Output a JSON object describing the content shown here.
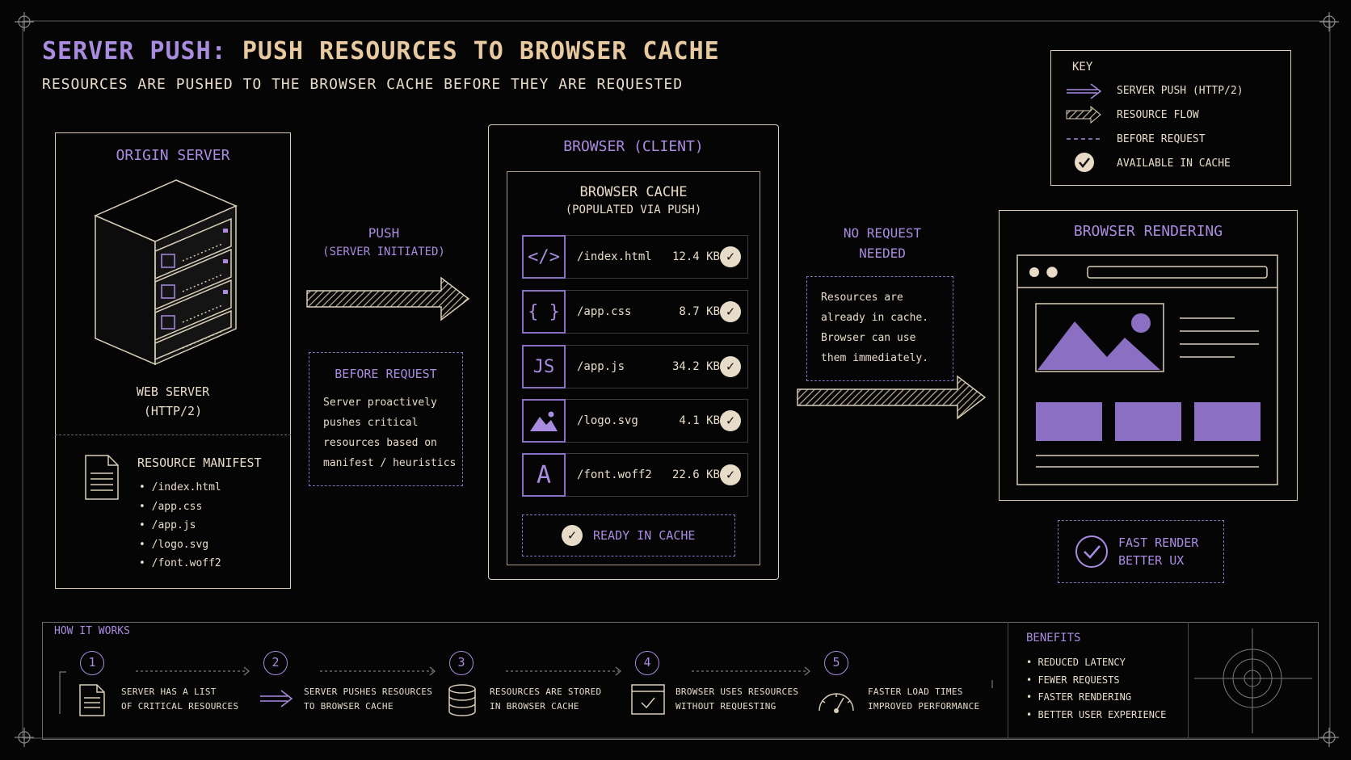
{
  "header": {
    "title_part1": "SERVER PUSH:",
    "title_part2": "PUSH RESOURCES TO BROWSER CACHE",
    "subtitle": "RESOURCES ARE PUSHED TO THE BROWSER CACHE BEFORE THEY ARE REQUESTED"
  },
  "origin": {
    "title": "ORIGIN SERVER",
    "server_label_1": "WEB SERVER",
    "server_label_2": "(HTTP/2)",
    "manifest_title": "RESOURCE MANIFEST",
    "manifest_items": [
      "• /index.html",
      "• /app.css",
      "• /app.js",
      "• /logo.svg",
      "• /font.woff2"
    ]
  },
  "push": {
    "label_1": "PUSH",
    "label_2": "(SERVER INITIATED)",
    "before_title": "BEFORE REQUEST",
    "before_lines": [
      "Server proactively",
      "pushes critical",
      "resources based on",
      "manifest / heuristics"
    ]
  },
  "browser": {
    "title": "BROWSER (CLIENT)",
    "cache_title": "BROWSER CACHE",
    "cache_subtitle": "(POPULATED VIA PUSH)",
    "files": [
      {
        "icon": "</>",
        "name": "/index.html",
        "size": "12.4 KB"
      },
      {
        "icon": "{ }",
        "name": "/app.css",
        "size": "8.7 KB"
      },
      {
        "icon": "JS",
        "name": "/app.js",
        "size": "34.2 KB"
      },
      {
        "icon": "image-icon",
        "name": "/logo.svg",
        "size": "4.1 KB"
      },
      {
        "icon": "A",
        "name": "/font.woff2",
        "size": "22.6 KB"
      }
    ],
    "ready_label": "READY IN CACHE"
  },
  "no_request": {
    "label_1": "NO REQUEST",
    "label_2": "NEEDED",
    "lines": [
      "Resources are",
      "already in cache.",
      "Browser can use",
      "them immediately."
    ]
  },
  "rendering": {
    "title": "BROWSER RENDERING",
    "fast_1": "FAST RENDER",
    "fast_2": "BETTER UX"
  },
  "legend": {
    "title": "KEY",
    "items": [
      "SERVER PUSH (HTTP/2)",
      "RESOURCE FLOW",
      "BEFORE REQUEST",
      "AVAILABLE IN CACHE"
    ]
  },
  "how": {
    "title": "HOW IT WORKS",
    "steps": [
      {
        "num": "1",
        "line1": "SERVER HAS A LIST",
        "line2": "OF CRITICAL RESOURCES"
      },
      {
        "num": "2",
        "line1": "SERVER PUSHES RESOURCES",
        "line2": "TO BROWSER CACHE"
      },
      {
        "num": "3",
        "line1": "RESOURCES ARE STORED",
        "line2": "IN BROWSER CACHE"
      },
      {
        "num": "4",
        "line1": "BROWSER USES RESOURCES",
        "line2": "WITHOUT REQUESTING"
      },
      {
        "num": "5",
        "line1": "FASTER LOAD TIMES",
        "line2": "IMPROVED PERFORMANCE"
      }
    ]
  },
  "benefits": {
    "title": "BENEFITS",
    "items": [
      "• REDUCED LATENCY",
      "• FEWER REQUESTS",
      "• FASTER RENDERING",
      "• BETTER USER EXPERIENCE"
    ]
  },
  "colors": {
    "accent": "#a98be0",
    "cream": "#e8dcc8",
    "background": "#050505"
  }
}
